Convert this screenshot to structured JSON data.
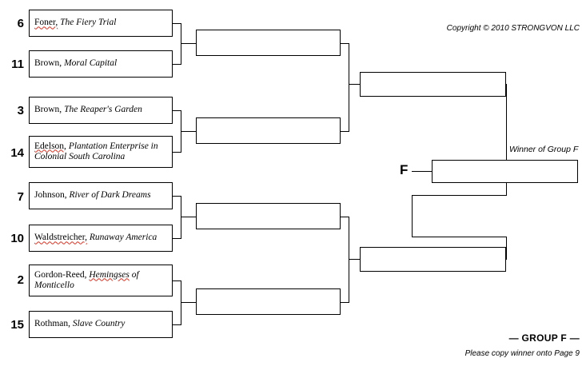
{
  "document": {
    "type": "tournament-bracket",
    "group_label": "— GROUP F —",
    "footer_note": "Please copy winner onto Page 9",
    "copyright": "Copyright © 2010 STRONGVON LLC",
    "winner_label": "Winner of Group F",
    "final_marker": "F"
  },
  "round1": {
    "matches": [
      {
        "top": {
          "seed": "6",
          "author": "Foner,",
          "title": "The Fiery Trial",
          "author_flagged": true,
          "title_flagged": false
        },
        "bottom": {
          "seed": "11",
          "author": "Brown,",
          "title": "Moral Capital",
          "author_flagged": false,
          "title_flagged": false
        }
      },
      {
        "top": {
          "seed": "3",
          "author": "Brown,",
          "title": "The Reaper's Garden",
          "author_flagged": false,
          "title_flagged": false
        },
        "bottom": {
          "seed": "14",
          "author": "Edelson,",
          "title": "Plantation Enterprise in Colonial South Carolina",
          "author_flagged": true,
          "title_flagged": false
        }
      },
      {
        "top": {
          "seed": "7",
          "author": "Johnson,",
          "title": "River of Dark Dreams",
          "author_flagged": false,
          "title_flagged": false
        },
        "bottom": {
          "seed": "10",
          "author": "Waldstreicher,",
          "title": "Runaway America",
          "author_flagged": true,
          "title_flagged": false
        }
      },
      {
        "top": {
          "seed": "2",
          "author": "Gordon-Reed,",
          "title": "Hemingses of Monticello",
          "title_prefix": "Hemingses",
          "title_suffix": " of Monticello",
          "author_flagged": false,
          "title_flagged": true
        },
        "bottom": {
          "seed": "15",
          "author": "Rothman,",
          "title": "Slave Country",
          "author_flagged": false,
          "title_flagged": false
        }
      }
    ]
  },
  "round2": {
    "slots": [
      {
        "value": ""
      },
      {
        "value": ""
      },
      {
        "value": ""
      },
      {
        "value": ""
      }
    ]
  },
  "round3": {
    "slots": [
      {
        "value": ""
      },
      {
        "value": ""
      }
    ]
  },
  "final": {
    "slot": {
      "value": ""
    }
  },
  "colors": {
    "line": "#000000",
    "text": "#000000",
    "background": "#ffffff",
    "spellcheck": "#e03020"
  }
}
